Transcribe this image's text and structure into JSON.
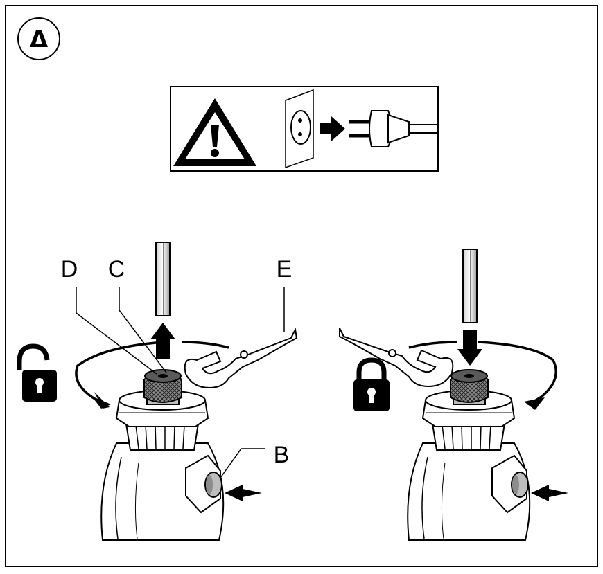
{
  "step": {
    "number": "Δ"
  },
  "callouts": {
    "D": "D",
    "C": "C",
    "E": "E",
    "B": "B"
  },
  "icons": {
    "warning": "warning-triangle-icon",
    "unplug": "unplug-from-socket-icon",
    "unlocked": "unlocked-padlock-icon",
    "locked": "locked-padlock-icon",
    "rotate": "rotation-arrow-icon",
    "press": "press-arrow-icon"
  },
  "colors": {
    "line": "#000000",
    "fill_light": "#e6e6e6",
    "fill_mid": "#bdbdbd",
    "fill_dark": "#8c8c8c"
  }
}
